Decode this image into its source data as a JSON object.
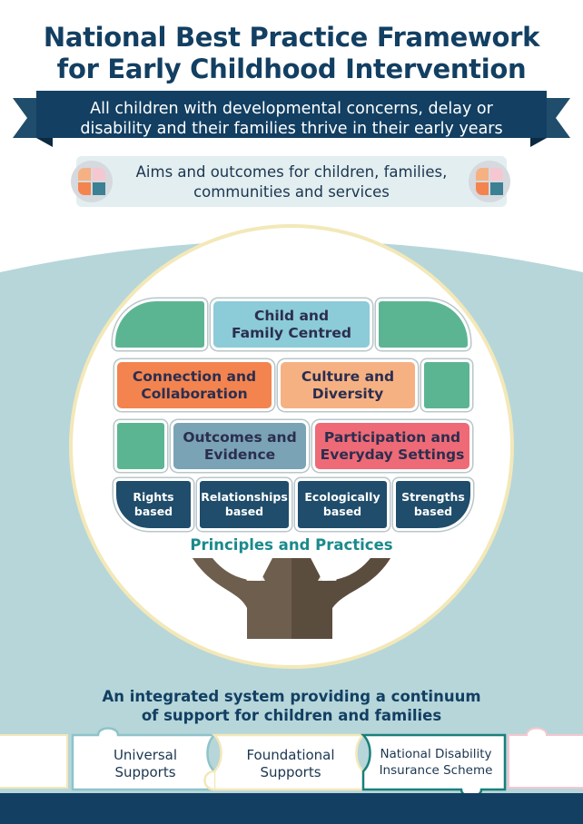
{
  "title": {
    "line1": "National Best Practice Framework",
    "line2": "for Early Childhood Intervention"
  },
  "banner": {
    "line1": "All children with developmental concerns, delay or",
    "line2": "disability and their families thrive in their early years"
  },
  "aims": {
    "line1": "Aims and outcomes for children, families,",
    "line2": "communities and services"
  },
  "tiles": {
    "child_family": "Child and Family Centred",
    "connection": "Connection and Collaboration",
    "culture": "Culture and Diversity",
    "outcomes": "Outcomes and Evidence",
    "participation": "Participation and Everyday Settings",
    "rights": "Rights based",
    "relationships": "Relationships based",
    "ecological": "Ecologically based",
    "strengths": "Strengths based"
  },
  "principles_label": "Principles and Practices",
  "system": {
    "line1": "An integrated system providing a continuum",
    "line2": "of support for children and families"
  },
  "supports": {
    "universal": "Universal Supports",
    "foundational": "Foundational Supports",
    "ndis": "National Disability Insurance Scheme"
  },
  "colors": {
    "navy": "#123f62",
    "teal_bg": "#b6d6da",
    "green": "#5bb592",
    "sky": "#8ccbd8",
    "orange": "#f3844f",
    "peach": "#f6b183",
    "slate": "#7aa3b5",
    "pink": "#ee6a76",
    "dark_tile": "#1f4d6b",
    "trunk": "#6d5e4d",
    "label_teal": "#1a8a8c"
  },
  "icons": [
    "framework-quadrant-icon"
  ]
}
